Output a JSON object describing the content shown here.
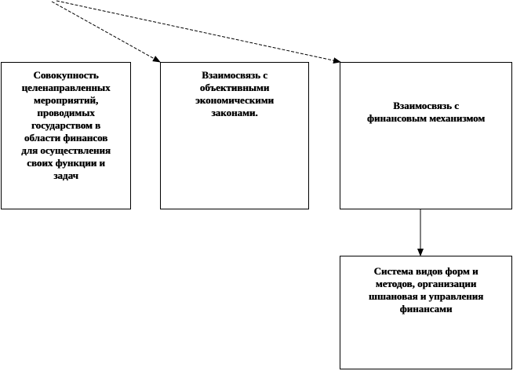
{
  "diagram": {
    "nodes": [
      {
        "id": "box-1",
        "text": "Совокупность\nцеленаправленных\nмероприятий,\nпроводимых\nгосударством в\nобласти финансов\nдля осуществления\nсвоих функции и\nзадач"
      },
      {
        "id": "box-2",
        "text": "Взаимосвязь с\nобъективными\nэкономическими\nзаконами."
      },
      {
        "id": "box-3",
        "text": "Взаимосвязь с\nфинансовым механизмом"
      },
      {
        "id": "box-4",
        "text": "Система видов форм и\nметодов, организации\nшшановая и управления\nфинансами"
      }
    ],
    "edges": [
      {
        "from": "top-origin",
        "to": "box-2",
        "style": "dashed"
      },
      {
        "from": "top-origin",
        "to": "box-3",
        "style": "dashed"
      },
      {
        "from": "box-3",
        "to": "box-4",
        "style": "solid"
      }
    ],
    "colors": {
      "stroke": "#000000",
      "fill": "#ffffff"
    }
  }
}
